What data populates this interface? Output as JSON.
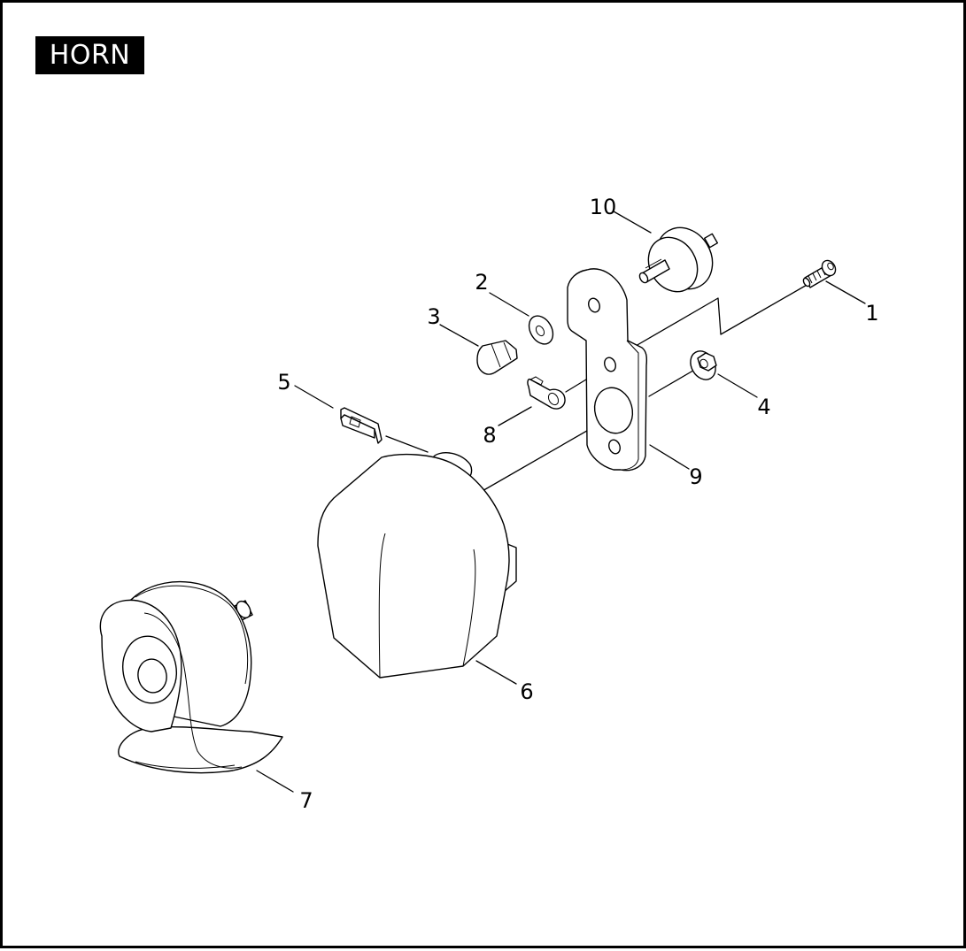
{
  "title": "HORN",
  "callouts": [
    {
      "id": "1",
      "label": "1"
    },
    {
      "id": "2",
      "label": "2"
    },
    {
      "id": "3",
      "label": "3"
    },
    {
      "id": "4",
      "label": "4"
    },
    {
      "id": "5",
      "label": "5"
    },
    {
      "id": "6",
      "label": "6"
    },
    {
      "id": "7",
      "label": "7"
    },
    {
      "id": "8",
      "label": "8"
    },
    {
      "id": "9",
      "label": "9"
    },
    {
      "id": "10",
      "label": "10"
    }
  ],
  "parts": [
    {
      "callout": "1",
      "icon": "screw-icon"
    },
    {
      "callout": "2",
      "icon": "washer-icon"
    },
    {
      "callout": "3",
      "icon": "acorn-nut-icon"
    },
    {
      "callout": "4",
      "icon": "flange-nut-icon"
    },
    {
      "callout": "5",
      "icon": "clip-icon"
    },
    {
      "callout": "6",
      "icon": "horn-cover-icon"
    },
    {
      "callout": "7",
      "icon": "horn-icon"
    },
    {
      "callout": "8",
      "icon": "p-clamp-icon"
    },
    {
      "callout": "9",
      "icon": "bracket-icon"
    },
    {
      "callout": "10",
      "icon": "rubber-mount-icon"
    }
  ]
}
